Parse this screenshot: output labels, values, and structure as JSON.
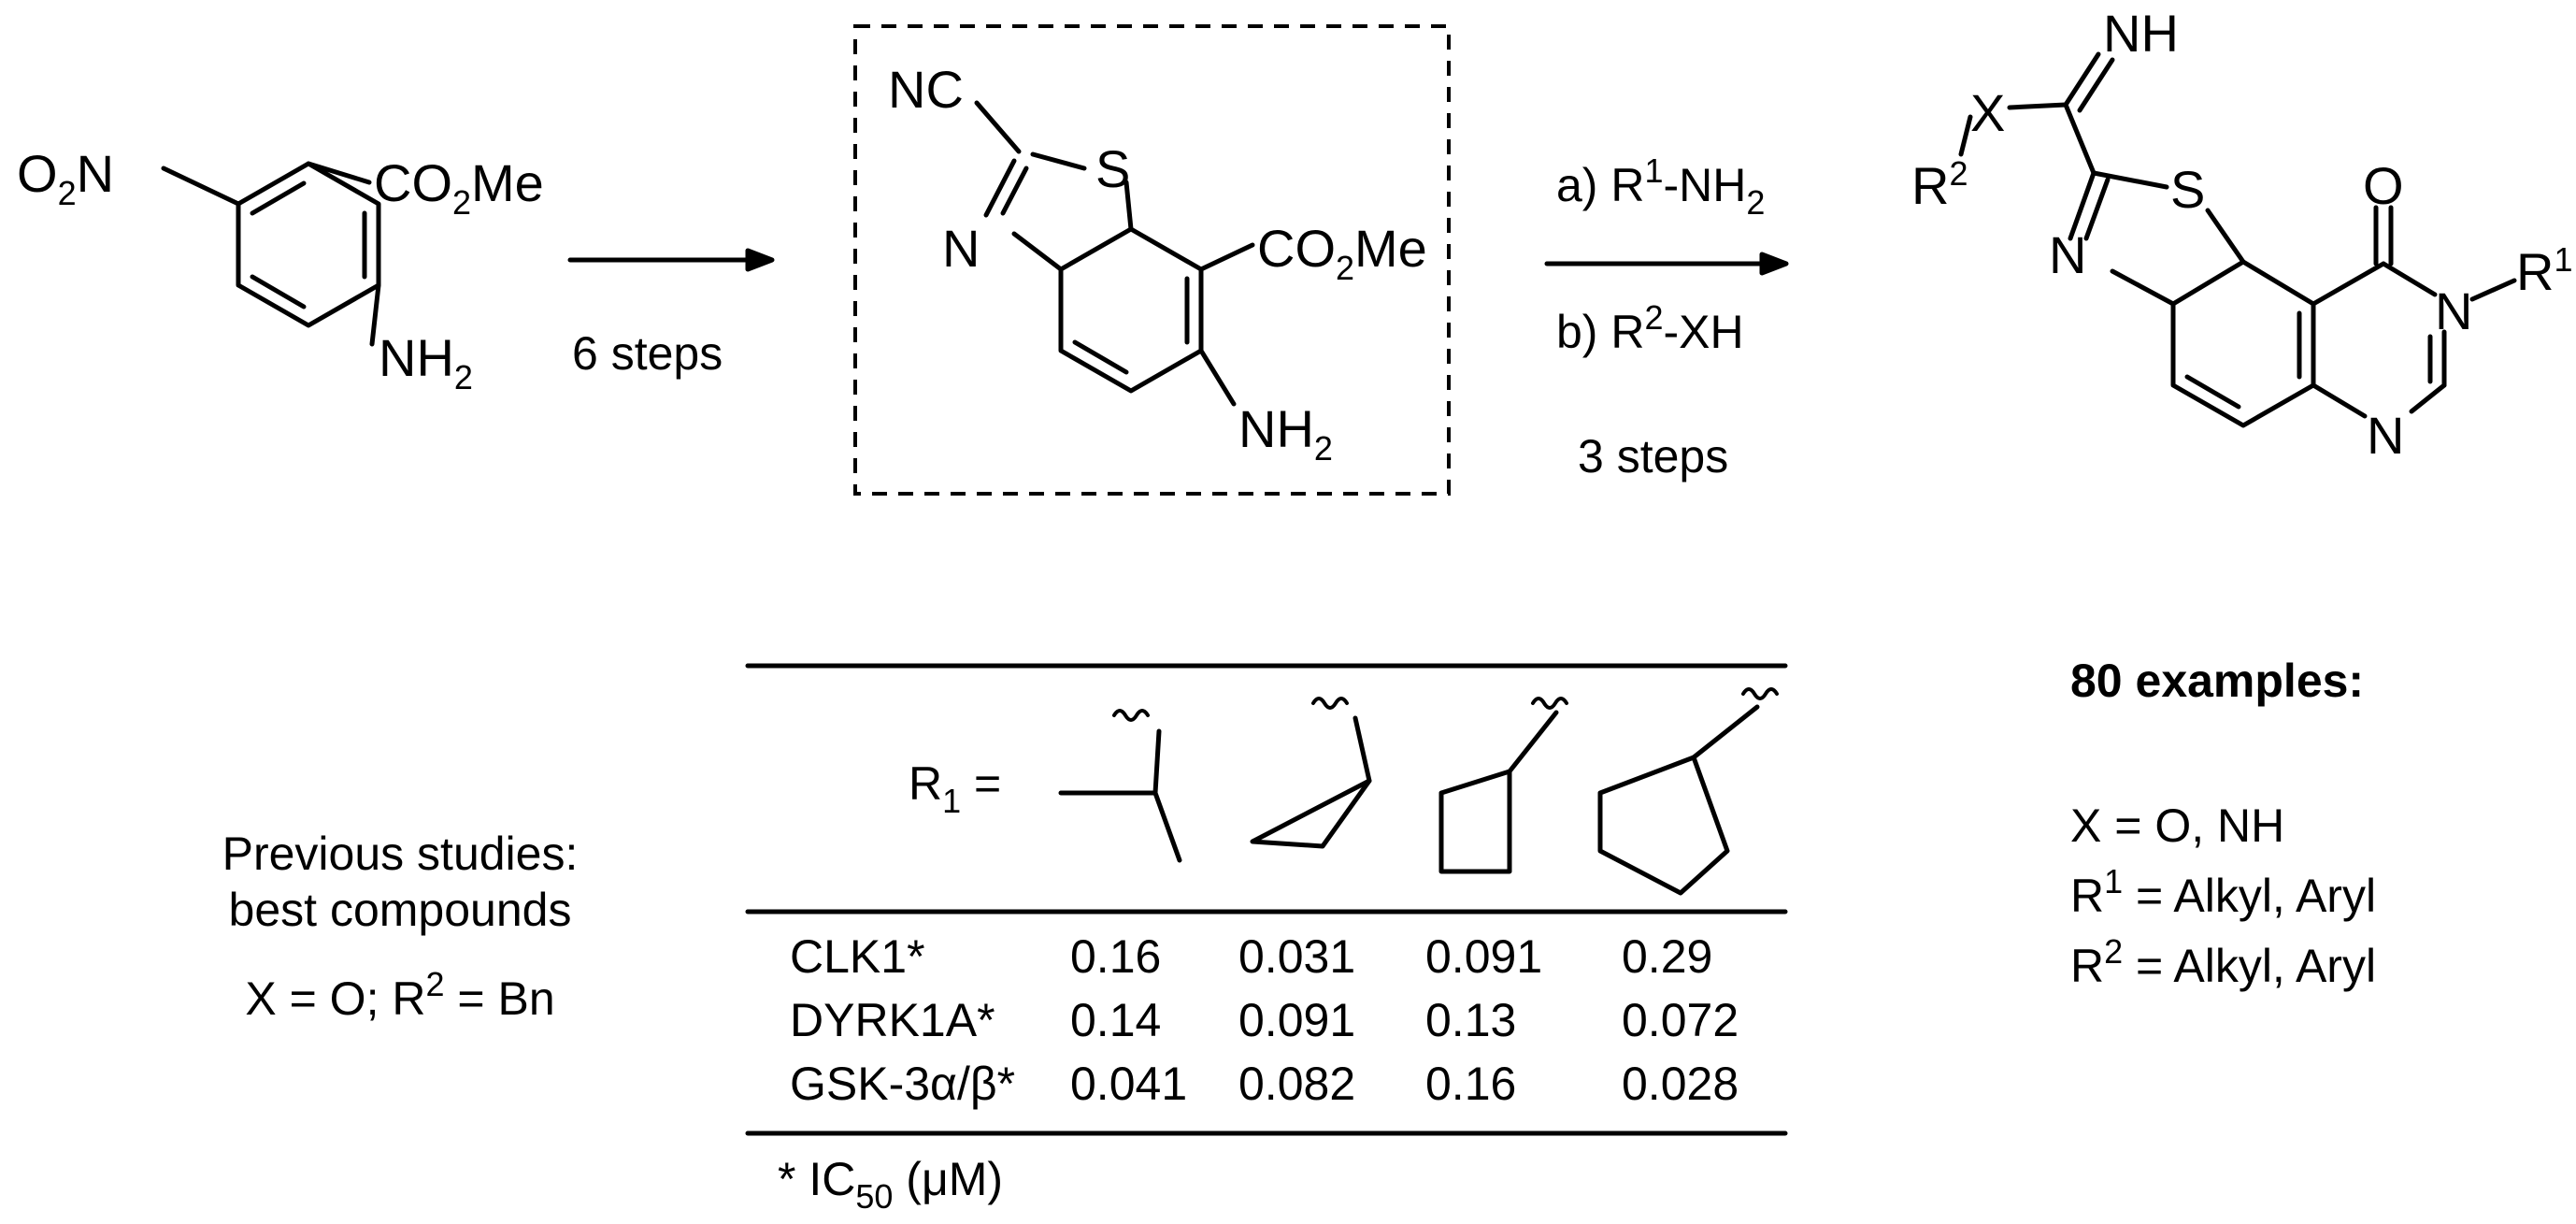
{
  "start_material": {
    "nitro": "O",
    "nitro_sub": "2",
    "nitro_N": "N",
    "ester": "CO",
    "ester_sub": "2",
    "ester_end": "Me",
    "amine": "NH",
    "amine_sub": "2"
  },
  "step1": {
    "label": "6 steps"
  },
  "intermediate": {
    "nitrile": "NC",
    "S": "S",
    "N": "N",
    "ester": "CO",
    "ester_sub": "2",
    "ester_end": "Me",
    "amine": "NH",
    "amine_sub": "2"
  },
  "step2": {
    "a_prefix": "a) R",
    "a_sup": "1",
    "a_mid": "-NH",
    "a_sub": "2",
    "b_prefix": "b) R",
    "b_sup": "2",
    "b_end": "-XH",
    "steps": "3 steps"
  },
  "product": {
    "NH": "NH",
    "X": "X",
    "R2": "R",
    "R2_sup": "2",
    "S": "S",
    "N_thiazole": "N",
    "O": "O",
    "N_amide": "N",
    "R1": "R",
    "R1_sup": "1",
    "N_pyrimidine": "N"
  },
  "examples": {
    "title": "80 examples:",
    "x_line": "X = O, NH",
    "r1_prefix": "R",
    "r1_sup": "1",
    "r1_end": " = Alkyl, Aryl",
    "r2_prefix": "R",
    "r2_sup": "2",
    "r2_end": " = Alkyl, Aryl"
  },
  "previous": {
    "line1": "Previous studies:",
    "line2": "best compounds",
    "line3_prefix": "X = O; R",
    "line3_sup": "2",
    "line3_end": " = Bn"
  },
  "table": {
    "r_label": "R",
    "r_label_sub": "1",
    "r_label_eq": " =",
    "rows": [
      {
        "name": "CLK1*",
        "values": [
          "0.16",
          "0.031",
          "0.091",
          "0.29"
        ]
      },
      {
        "name": "DYRK1A*",
        "values": [
          "0.14",
          "0.091",
          "0.13",
          "0.072"
        ]
      },
      {
        "name": "GSK-3α/β*",
        "values": [
          "0.041",
          "0.082",
          "0.16",
          "0.028"
        ]
      }
    ],
    "footnote_prefix": "* IC",
    "footnote_sub": "50",
    "footnote_end": " (μM)"
  }
}
